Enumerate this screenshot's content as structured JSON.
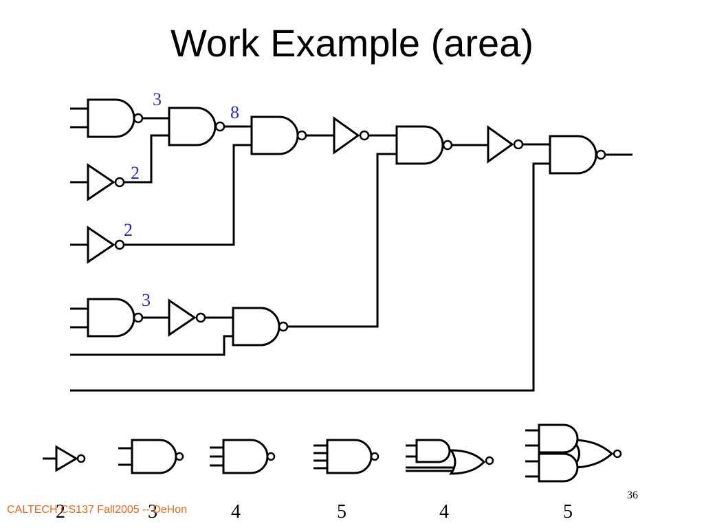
{
  "slide": {
    "title": "Work Example (area)",
    "footer": "CALTECH CS137 Fall2005 -- DeHon",
    "page_number": "36"
  },
  "circuit": {
    "annotations": [
      "3",
      "8",
      "2",
      "2",
      "3"
    ]
  },
  "legend": {
    "costs": [
      "2",
      "3",
      "4",
      "5",
      "4",
      "5"
    ],
    "icons": [
      "inverter-icon",
      "nand2-icon",
      "nand3-icon",
      "nand4-icon",
      "and-nor-icon",
      "and-and-nor-icon"
    ]
  }
}
